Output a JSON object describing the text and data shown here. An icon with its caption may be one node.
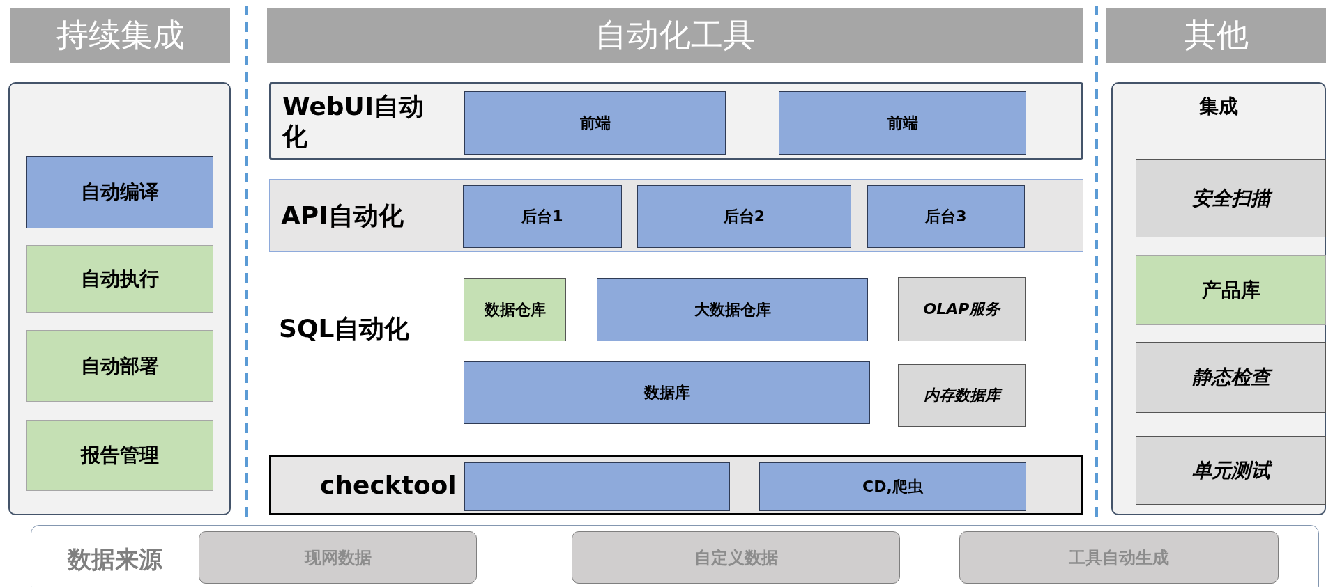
{
  "diagram": {
    "nodes": [
      {
        "text": [
          "持续集成"
        ]
      },
      {
        "text": [],
        "shape": "box"
      },
      {
        "text": [
          "自动编译"
        ],
        "in": 1
      },
      {
        "text": [
          "自动执行"
        ],
        "in": 1
      },
      {
        "text": [
          "自动部署"
        ],
        "in": 1
      },
      {
        "text": [
          "报告管理"
        ],
        "in": 1
      },
      {
        "text": [
          "自动化工具"
        ]
      },
      {
        "text": [
          "WebUI自动化"
        ]
      },
      {
        "text": [
          "前端"
        ],
        "in": 7
      },
      {
        "text": [
          "前端"
        ],
        "in": 7
      },
      {
        "text": [
          "API自动化"
        ]
      },
      {
        "text": [
          "后台1"
        ],
        "in": 10
      },
      {
        "text": [
          "后台2"
        ],
        "in": 10
      },
      {
        "text": [
          "后台3"
        ],
        "in": 10
      },
      {
        "text": [
          "数据仓库"
        ]
      },
      {
        "text": [
          "大数据仓库"
        ]
      },
      {
        "text": [
          "OLAP服务"
        ]
      },
      {
        "text": [
          "数据库"
        ]
      },
      {
        "text": [
          "内存数据库"
        ]
      },
      {
        "text": [
          "checktool"
        ]
      },
      {
        "text": [],
        "shape": "box",
        "in": 19
      },
      {
        "text": [
          "CD,爬虫"
        ],
        "in": 19
      },
      {
        "text": [
          "其他"
        ]
      },
      {
        "text": [
          "集成"
        ]
      },
      {
        "text": [
          "安全扫描"
        ],
        "in": 23
      },
      {
        "text": [
          "产品库"
        ],
        "in": 23
      },
      {
        "text": [
          "静态检查"
        ],
        "in": 23
      },
      {
        "text": [
          "单元测试"
        ],
        "in": 23
      },
      {
        "text": [
          "数据来源"
        ]
      },
      {
        "text": [
          "现网数据"
        ],
        "in": 28
      },
      {
        "text": [
          "自定义数据"
        ],
        "in": 28
      },
      {
        "text": [
          "工具自动生成"
        ],
        "in": 28
      }
    ],
    "labels": [
      "SQL自动化"
    ]
  }
}
